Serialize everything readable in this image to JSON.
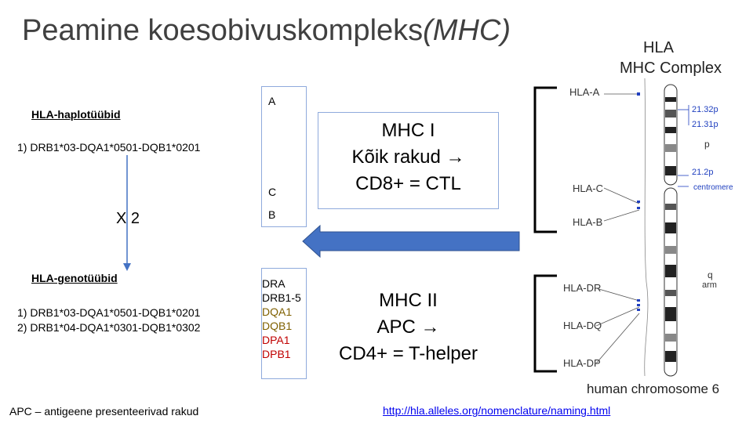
{
  "title": {
    "main": "Peamine koesobivuskompleks",
    "suffix": "(MHC)"
  },
  "haplotypes": {
    "heading": "HLA-haplotüübid",
    "line1": "1) DRB1*03-DQA1*0501-DQB1*0201"
  },
  "cross_label": "X 2",
  "genotypes": {
    "heading": "HLA-genotüübid",
    "line1": "1) DRB1*03-DQA1*0501-DQB1*0201",
    "line2": "2) DRB1*04-DQA1*0301-DQB1*0302"
  },
  "class1_genes": {
    "a": "A",
    "c": "C",
    "b": "B"
  },
  "class2_genes": [
    "DRA",
    "DRB1-5",
    "DQA1",
    "DQB1",
    "DPA1",
    "DPB1"
  ],
  "mhc1": {
    "title": "MHC I",
    "line2": "Kõik rakud →",
    "line3": "CD8+ = CTL"
  },
  "mhc2": {
    "title": "MHC II",
    "line2": "APC →",
    "line3": "CD4+ = T-helper"
  },
  "footnote": "APC – antigeene presenteerivad rakud",
  "link": "http://hla.alleles.org/nomenclature/naming.html",
  "chromosome": {
    "title1": "HLA",
    "title2": "MHC Complex",
    "labels": [
      "HLA-A",
      "HLA-C",
      "HLA-B",
      "HLA-DR",
      "HLA-DQ",
      "HLA-DP"
    ],
    "bands": [
      "21.32p",
      "21.31p",
      "p",
      "21.2p",
      "centromere",
      "q",
      "arm"
    ],
    "caption": "human chromosome 6"
  },
  "colors": {
    "box_border": "#8faadc",
    "arrow": "#4472c4",
    "class2_a": "#000000",
    "class2_b": "#c00000",
    "class2_c": "#7f6000",
    "band_blue": "#1f3fbf"
  }
}
